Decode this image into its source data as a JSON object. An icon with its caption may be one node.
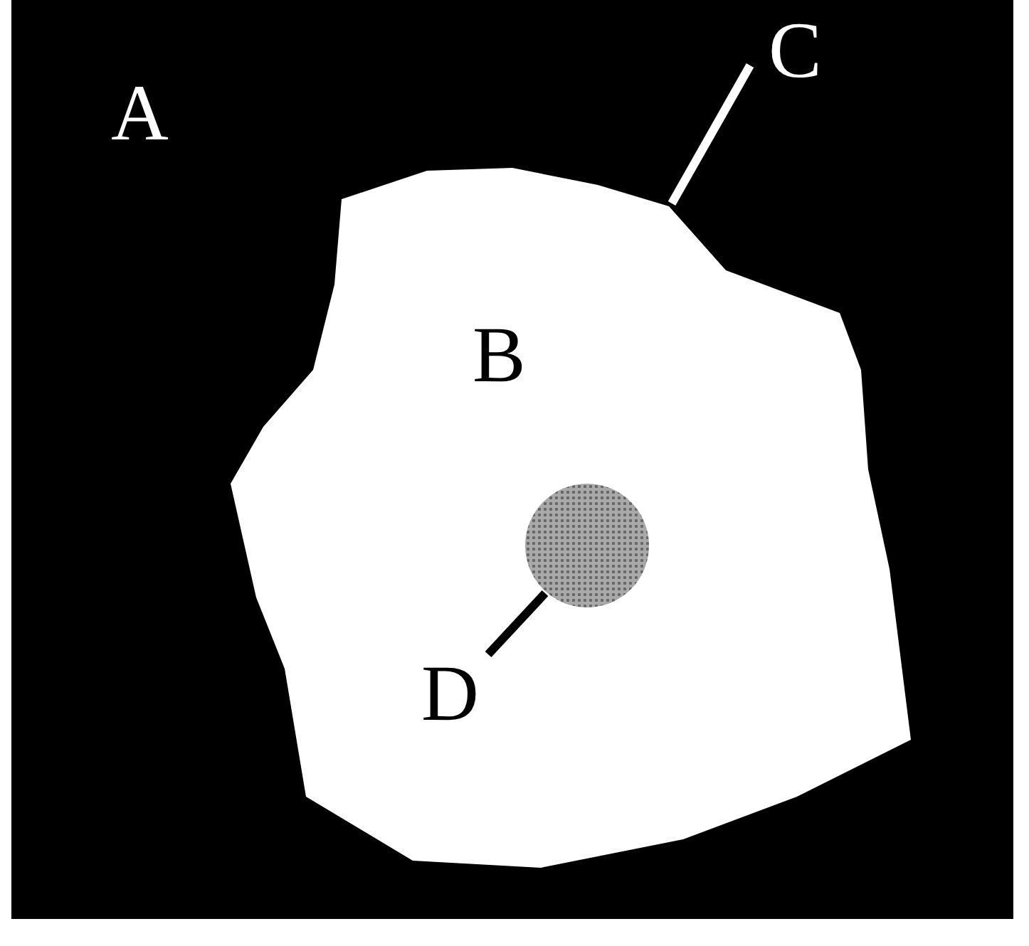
{
  "diagram": {
    "nodes": [
      {
        "text": [
          "A"
        ]
      },
      {
        "text": [
          "B"
        ],
        "in": 0
      },
      {
        "text": [
          "C"
        ],
        "in": 0
      },
      {
        "text": [],
        "shape": "circle",
        "in": 1
      },
      {
        "text": [
          "D"
        ],
        "in": 1
      }
    ],
    "edges": [
      {
        "from": 2,
        "to": 1,
        "arrow": "none"
      },
      {
        "from": 4,
        "to": 3,
        "arrow": "none",
        "color": "#000000"
      }
    ]
  }
}
